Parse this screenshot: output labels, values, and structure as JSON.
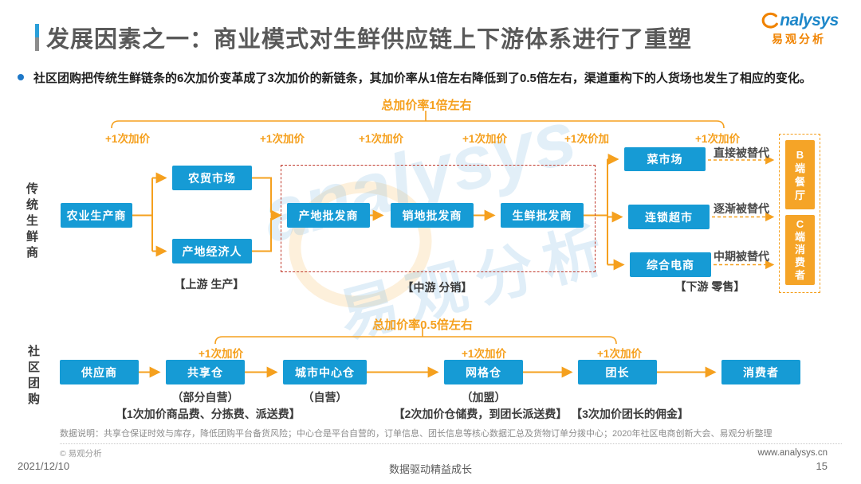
{
  "header": {
    "title": "发展因素之一：商业模式对生鲜供应链上下游体系进行了重塑",
    "logo_brand": "nalysys",
    "logo_cn": "易观分析"
  },
  "intro": {
    "bullet": "社区团购把传统生鲜链条的6次加价变革成了3次加价的新链条，其加价率从1倍左右降低到了0.5倍左右，渠道重构下的人货场也发生了相应的变化。"
  },
  "traditional": {
    "side_label": "传统生鲜商",
    "total_markup": "总加价率1倍左右",
    "markups": [
      "+1次加价",
      "+1次加价",
      "+1次加价",
      "+1次加价",
      "+1次价加",
      "+1次加价"
    ],
    "nodes": [
      "农业生产商",
      "农贸市场",
      "产地经济人",
      "产地批发商",
      "销地批发商",
      "生鲜批发商",
      "菜市场",
      "连锁超市",
      "综合电商"
    ],
    "end_nodes": [
      "B端餐厅",
      "C端消费者"
    ],
    "stages": [
      "【上游 生产】",
      "【中游 分销】",
      "【下游 零售】"
    ],
    "replacements": [
      "直接被替代",
      "逐渐被替代",
      "中期被替代"
    ]
  },
  "community": {
    "side_label": "社区团购",
    "total_markup": "总加价率0.5倍左右",
    "markups": [
      "+1次加价",
      "+1次加价",
      "+1次加价"
    ],
    "nodes": [
      "供应商",
      "共享仓",
      "城市中心仓",
      "网格仓",
      "团长",
      "消费者"
    ],
    "sub_labels": [
      "（部分自营）",
      "（自营）",
      "（加盟）"
    ],
    "fees": [
      "【1次加价商品费、分拣费、派送费】",
      "【2次加价仓储费，到团长派送费】",
      "【3次加价团长的佣金】"
    ]
  },
  "watermark": {
    "brand": "analysys",
    "brand_cn": "易观分析"
  },
  "footer": {
    "note": "数据说明：共享仓保证时效与库存，降低团购平台备货风险；中心仓是平台自营的，订单信息、团长信息等核心数据汇总及货物订单分拨中心；2020年社区电商创新大会、易观分析整理",
    "copyright": "© 易观分析",
    "date": "2021/12/10",
    "slogan": "数据驱动精益成长",
    "website": "www.analysys.cn",
    "page_number": "15"
  },
  "colors": {
    "node_blue": "#169BD5",
    "accent_orange": "#F5A01E",
    "dashed_red": "#C0392B",
    "end_orange": "#F5A427"
  }
}
